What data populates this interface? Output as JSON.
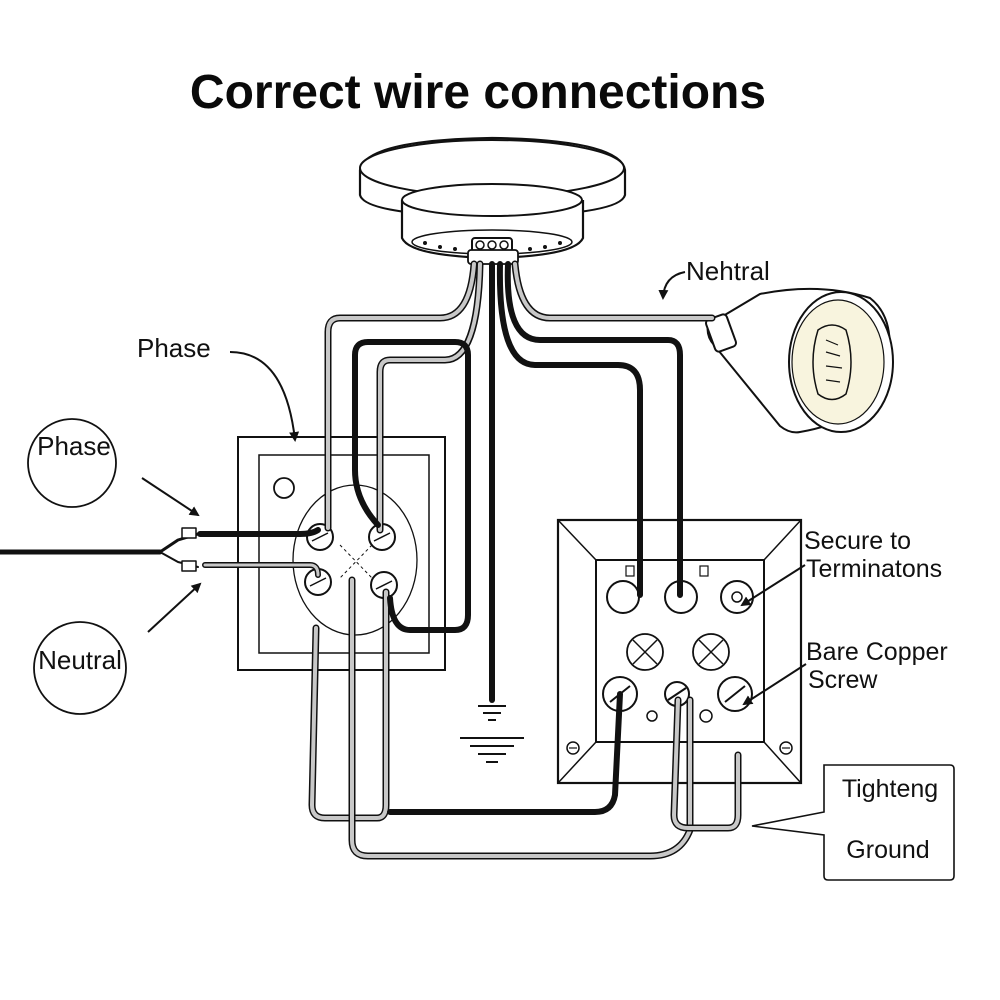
{
  "title": "Correct wire connections",
  "labels": {
    "phase_top": "Phase",
    "phase_circle": "Phase",
    "neutral_circle": "Neutral",
    "neutral_lamp": "Nehtral",
    "secure_line1": "Secure to",
    "secure_line2": "Terminatons",
    "copper_line1": "Bare Copper",
    "copper_line2": "Screw",
    "box_line1": "Tighteng",
    "box_line2": "Ground"
  },
  "colors": {
    "wire_black": "#111111",
    "wire_grey": "#c8c8c8",
    "bulb_fill": "#f8f4de",
    "background": "#ffffff"
  }
}
